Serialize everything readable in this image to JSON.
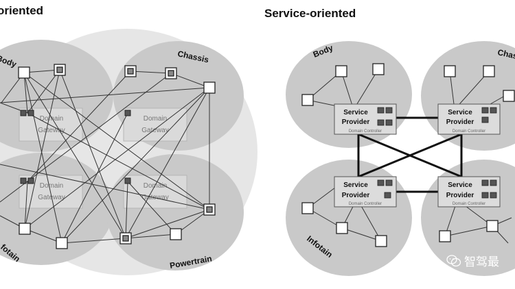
{
  "left_diagram": {
    "title": "oriented",
    "domains": {
      "body": "Body",
      "chassis": "Chassis",
      "infotain": "fotain",
      "powertrain": "Powertrain"
    },
    "gateway_label_line1": "Domain",
    "gateway_label_line2": "Gateway"
  },
  "right_diagram": {
    "title": "Service-oriented",
    "domains": {
      "body": "Body",
      "chassis": "Chass",
      "infotain": "Infotain"
    },
    "service_label_line1": "Service",
    "service_label_line2": "Provider",
    "controller_label": "Domain Controller"
  },
  "watermark": {
    "text": "智驾最",
    "icon": "wechat-icon"
  }
}
